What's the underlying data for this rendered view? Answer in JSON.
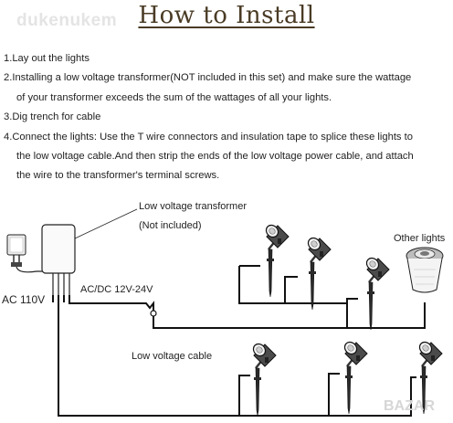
{
  "watermark": {
    "top": "dukenukem",
    "bottom": "BAZAR"
  },
  "title": "How to Install",
  "steps": [
    {
      "lines": [
        "1.Lay out the lights"
      ]
    },
    {
      "lines": [
        "2.Installing a low voltage transformer(NOT included in this set) and make sure the wattage",
        "of your transformer exceeds the sum of the wattages of all your lights."
      ]
    },
    {
      "lines": [
        "3.Dig trench for cable"
      ]
    },
    {
      "lines": [
        "4.Connect the lights: Use the T wire connectors and insulation tape to splice these lights to",
        "the low voltage cable.And then strip the ends of the low voltage power cable, and attach",
        "the wire to the transformer's terminal screws."
      ]
    }
  ],
  "diagram": {
    "transformer_label": "Low voltage transformer",
    "not_included_label": "(Not included)",
    "output_label": "AC/DC 12V-24V",
    "input_label": "AC 110V",
    "cable_label": "Low voltage cable",
    "other_lights_label": "Other lights"
  },
  "colors": {
    "title": "#4a3b25",
    "line": "#111111",
    "fixture": "#3a3a3a"
  }
}
